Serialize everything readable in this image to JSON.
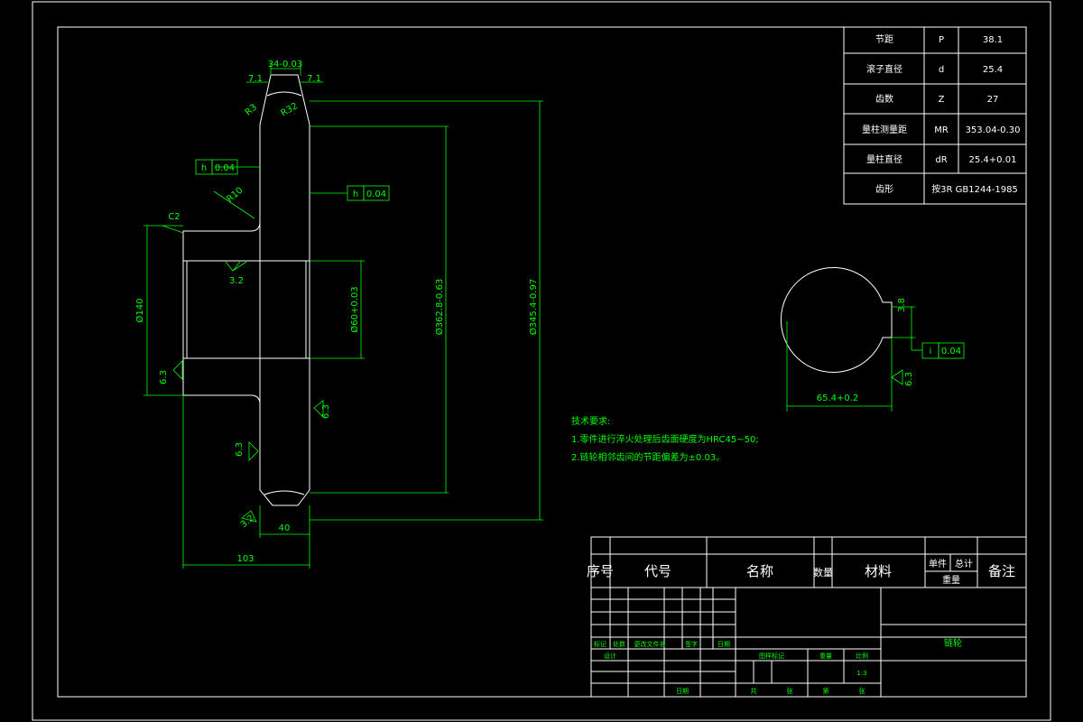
{
  "params_table": [
    {
      "name": "节距",
      "sym": "P",
      "val": "38.1"
    },
    {
      "name": "滚子直径",
      "sym": "d",
      "val": "25.4"
    },
    {
      "name": "齿数",
      "sym": "Z",
      "val": "27"
    },
    {
      "name": "量柱测量距",
      "sym": "MR",
      "val": "353.04-0.30"
    },
    {
      "name": "量柱直径",
      "sym": "dR",
      "val": "25.4+0.01"
    },
    {
      "name": "齿形",
      "sym": "",
      "val": "按3R GB1244-1985"
    }
  ],
  "dimensions": {
    "top_width": "34-0.03",
    "chamfer_left": "7.1",
    "chamfer_right": "7.1",
    "r_left": "R3",
    "r_right": "R32",
    "r_hub": "R10",
    "c2": "C2",
    "hub_dia": "Ø140",
    "root_dia": "Ø362.8-0.63",
    "outer_dia": "Ø345.4-0.97",
    "bore_dia": "Ø60+0.03",
    "width_103": "103",
    "width_40": "40",
    "key_width": "65.4+0.2",
    "key_tol": "3.8"
  },
  "surface_marks": [
    "3.2",
    "6.3",
    "6.3",
    "6.3",
    "3.2",
    "6.3"
  ],
  "geo_tolerances": [
    {
      "sym": "h",
      "val": "0.04"
    },
    {
      "sym": "h",
      "val": "0.04"
    },
    {
      "sym": "i",
      "val": "0.04"
    }
  ],
  "tech_requirements": {
    "title": "技术要求:",
    "items": [
      "1.零件进行淬火处理后齿面硬度为HRC45~50;",
      "2.链轮相邻齿间的节距偏差为±0.03。"
    ]
  },
  "title_block": {
    "headers": [
      "序号",
      "代号",
      "名称",
      "数量",
      "材料",
      "单件",
      "总计",
      "重量",
      "备注"
    ],
    "part_name": "链轮",
    "scale": "1:3",
    "labels_row": [
      "标记",
      "处数",
      "更改文件名",
      "签字",
      "日期"
    ],
    "labels_sign": [
      "设计",
      "日期"
    ],
    "labels_stage": [
      "图样标记",
      "重量",
      "比例"
    ],
    "labels_bottom": [
      "共",
      "张",
      "第",
      "张"
    ]
  }
}
